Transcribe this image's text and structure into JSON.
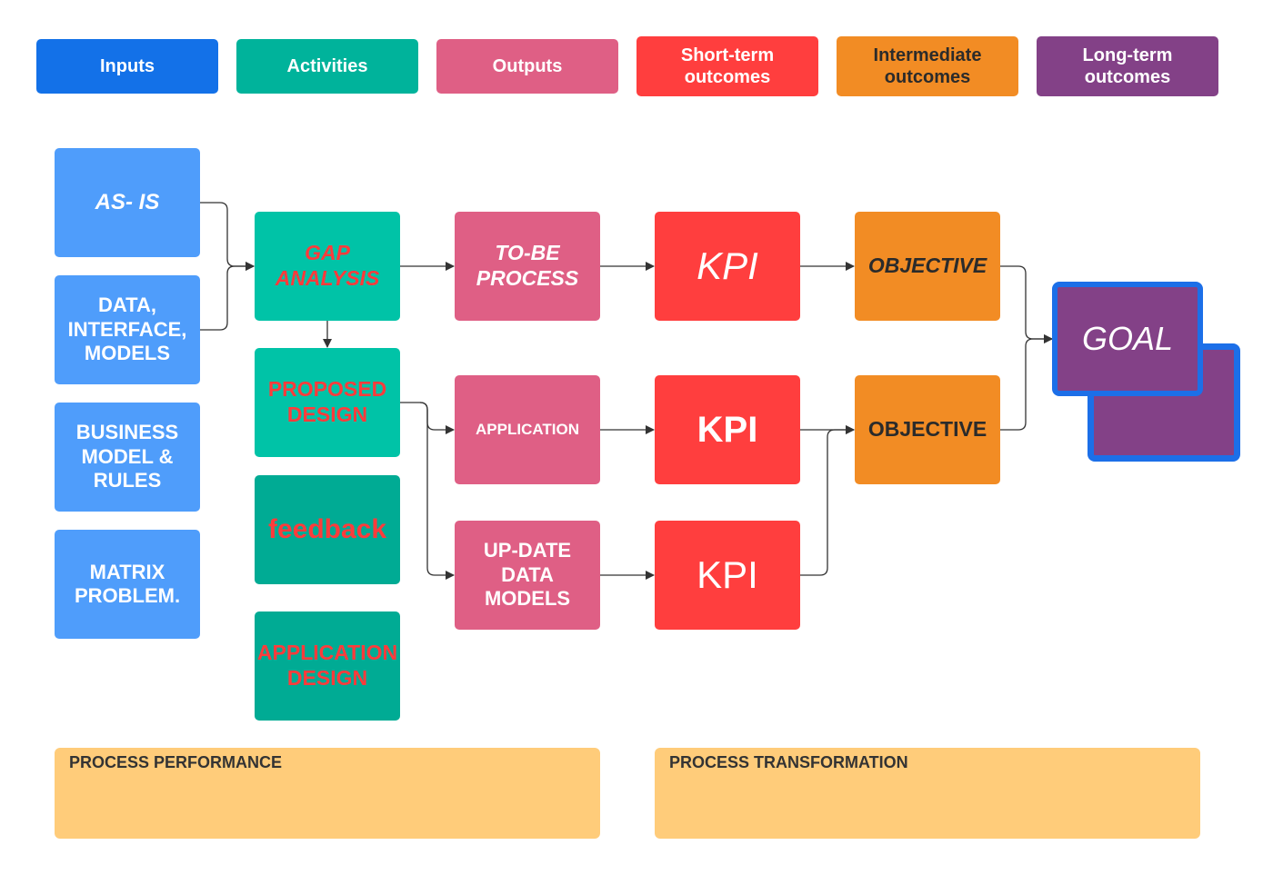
{
  "legend": {
    "inputs": "Inputs",
    "activities": "Activities",
    "outputs": "Outputs",
    "short_term": [
      "Short-term",
      "outcomes"
    ],
    "intermediate": [
      "Intermediate",
      "outcomes"
    ],
    "long_term": [
      "Long-term",
      "outcomes"
    ]
  },
  "inputs": {
    "as_is": "AS- IS",
    "data_interface": [
      "DATA,",
      "INTERFACE,",
      "MODELS"
    ],
    "business_model": [
      "BUSINESS",
      "MODEL &",
      "RULES"
    ],
    "matrix_problem": [
      "MATRIX",
      "PROBLEM."
    ]
  },
  "activities": {
    "gap_analysis": [
      "GAP",
      "ANALYSIS"
    ],
    "proposed_design": [
      "PROPOSED",
      "DESIGN"
    ],
    "feedback": "feedback",
    "application_design": [
      "APPLICATION",
      "DESIGN"
    ]
  },
  "outputs": {
    "to_be_process": [
      "TO-BE",
      "PROCESS"
    ],
    "application": "APPLICATION",
    "update_data_models": [
      "UP-DATE",
      "DATA",
      "MODELS"
    ]
  },
  "kpis": [
    "KPI",
    "KPI",
    "KPI"
  ],
  "objectives": [
    "OBJECTIVE",
    "OBJECTIVE"
  ],
  "goal": "GOAL",
  "panels": {
    "performance": "PROCESS PERFORMANCE",
    "transformation": "PROCESS TRANSFORMATION"
  },
  "colors": {
    "inputs": "#1371e8",
    "activities": "#00b39b",
    "outputs": "#df5f85",
    "short_term": "#ff3e3e",
    "intermediate": "#f28c24",
    "long_term": "#834187",
    "input_node": "#4f9dfb",
    "activity_node": "#00c3a7",
    "activity_node_dark": "#00ab94",
    "activity_text": "#ff3b3b",
    "goal_border": "#1c6fe8",
    "panel": "#ffcc7a",
    "connector": "#333333"
  }
}
